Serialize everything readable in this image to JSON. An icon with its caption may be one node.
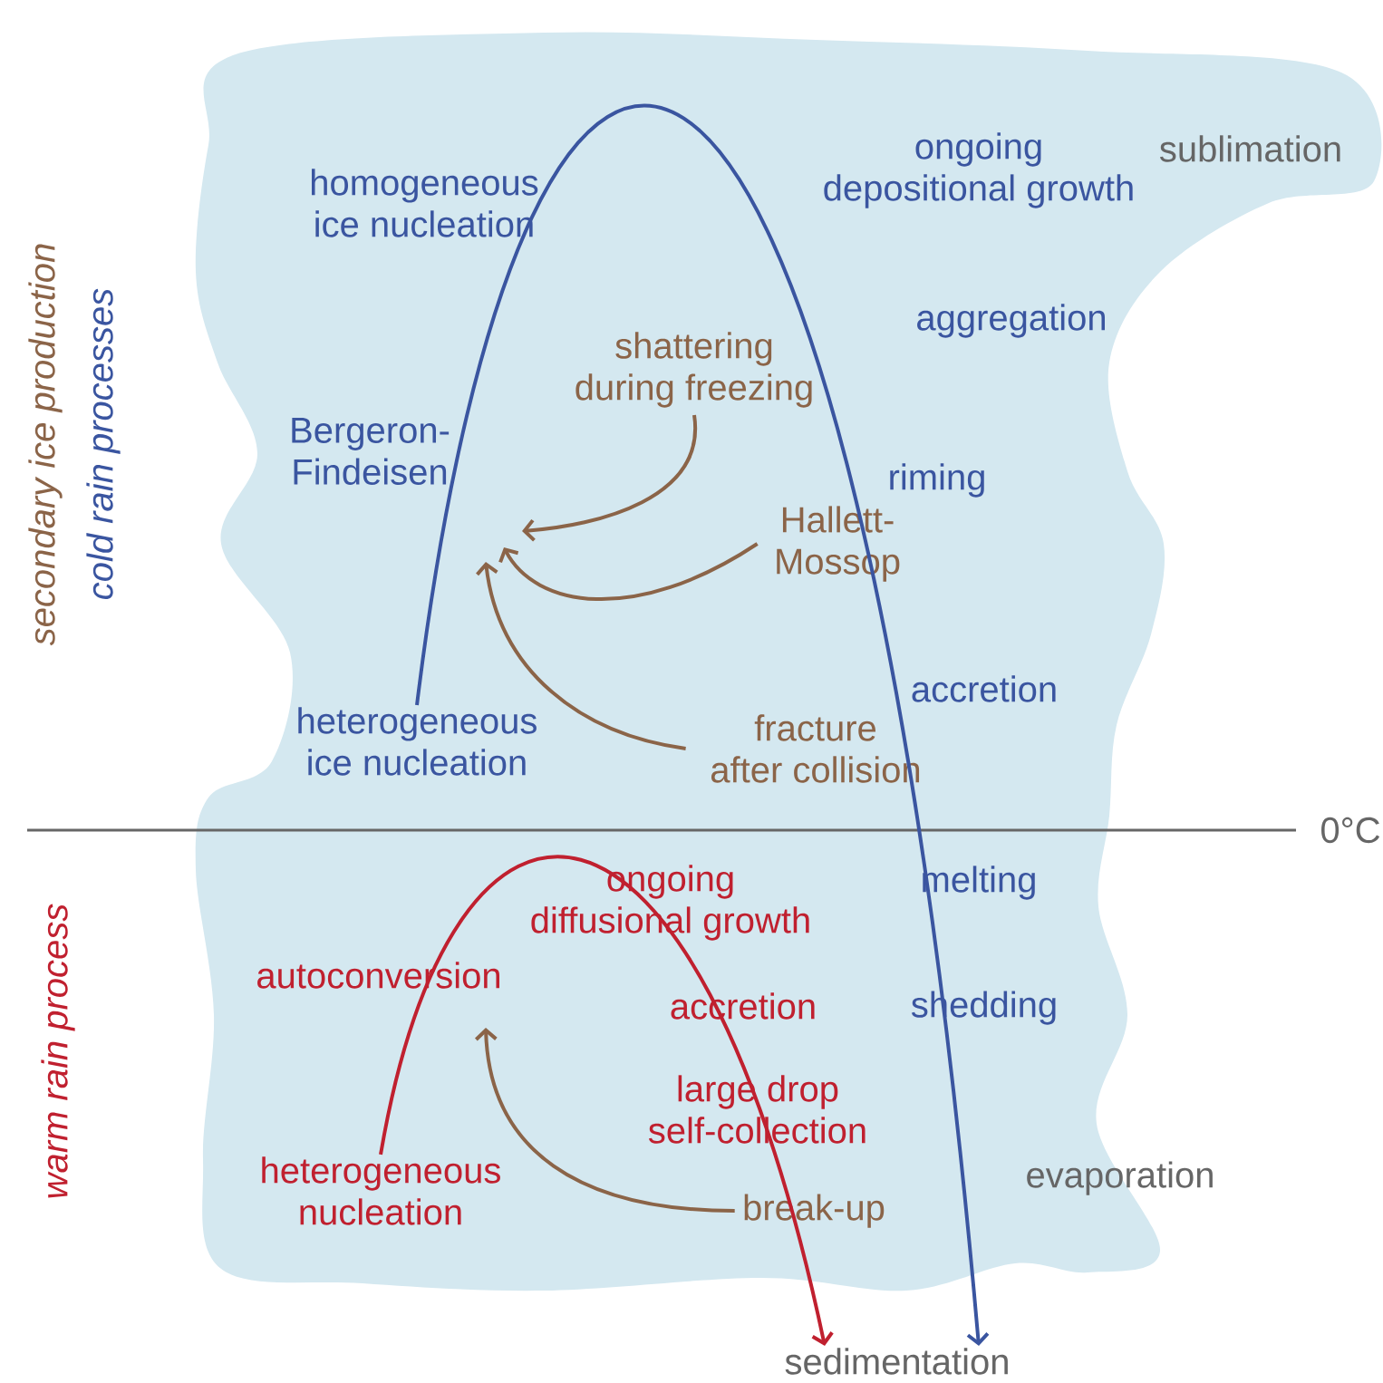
{
  "diagram": {
    "nodes": [
      {
        "text": [
          "heterogeneous ice nucleation"
        ]
      },
      {
        "text": [
          "heterogeneous nucleation"
        ]
      },
      {
        "text": [
          "sedimentation"
        ]
      },
      {
        "text": [
          "shattering during freezing"
        ]
      },
      {
        "text": [
          "Hallett-Mossop"
        ]
      },
      {
        "text": [
          "fracture after collision"
        ]
      },
      {
        "text": [
          "break-up"
        ]
      }
    ],
    "edges": [
      {
        "from": 0,
        "to": 2,
        "arrow": "to",
        "color": "#3a55a0"
      },
      {
        "from": 1,
        "to": 2,
        "arrow": "to",
        "color": "#c0202f"
      },
      {
        "from": 3,
        "to": null,
        "arrow": "to"
      },
      {
        "from": 4,
        "to": null,
        "arrow": "to"
      },
      {
        "from": 5,
        "to": null,
        "arrow": "to"
      },
      {
        "from": 6,
        "to": null,
        "arrow": "to"
      }
    ],
    "labels": [
      "homogeneous ice nucleation",
      "ongoing depositional growth",
      "sublimation",
      "aggregation",
      "Bergeron-Findeisen",
      "riming",
      "accretion",
      "0°C",
      "ongoing diffusional growth",
      "melting",
      "autoconversion",
      "accretion",
      "shedding",
      "large drop self-collection",
      "evaporation",
      "secondary ice production",
      "cold rain processes",
      "warm rain process"
    ]
  }
}
